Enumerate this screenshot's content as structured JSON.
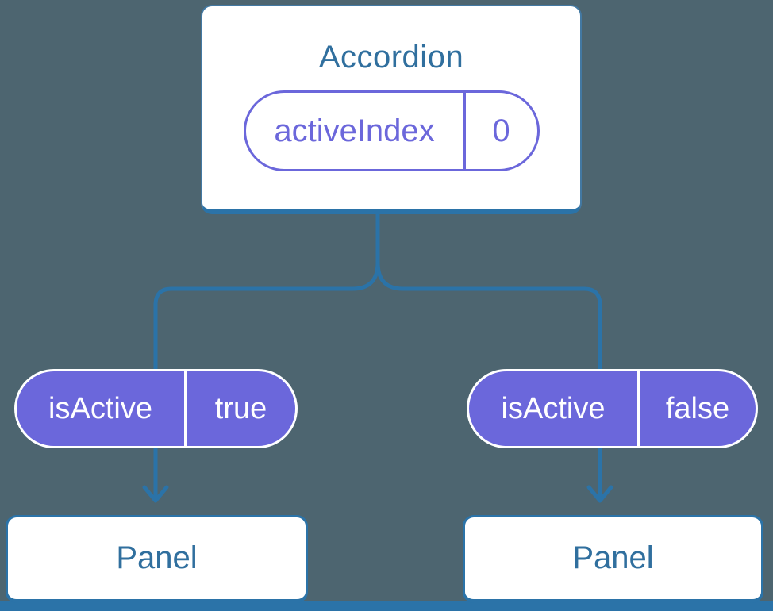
{
  "colors": {
    "background": "#4d6570",
    "line": "#2b73a8",
    "card_side_border": "#4379a3",
    "node_text": "#306f9e",
    "purple": "#6b67db",
    "pill_text_light": "#ffffff",
    "pill_divider_light": "#ffffff",
    "card_bg": "#ffffff"
  },
  "nodes": {
    "accordion": {
      "title": "Accordion",
      "state": {
        "name": "activeIndex",
        "value": "0"
      }
    },
    "prop_left": {
      "name": "isActive",
      "value": "true"
    },
    "prop_right": {
      "name": "isActive",
      "value": "false"
    },
    "panel_left": {
      "title": "Panel"
    },
    "panel_right": {
      "title": "Panel"
    }
  }
}
